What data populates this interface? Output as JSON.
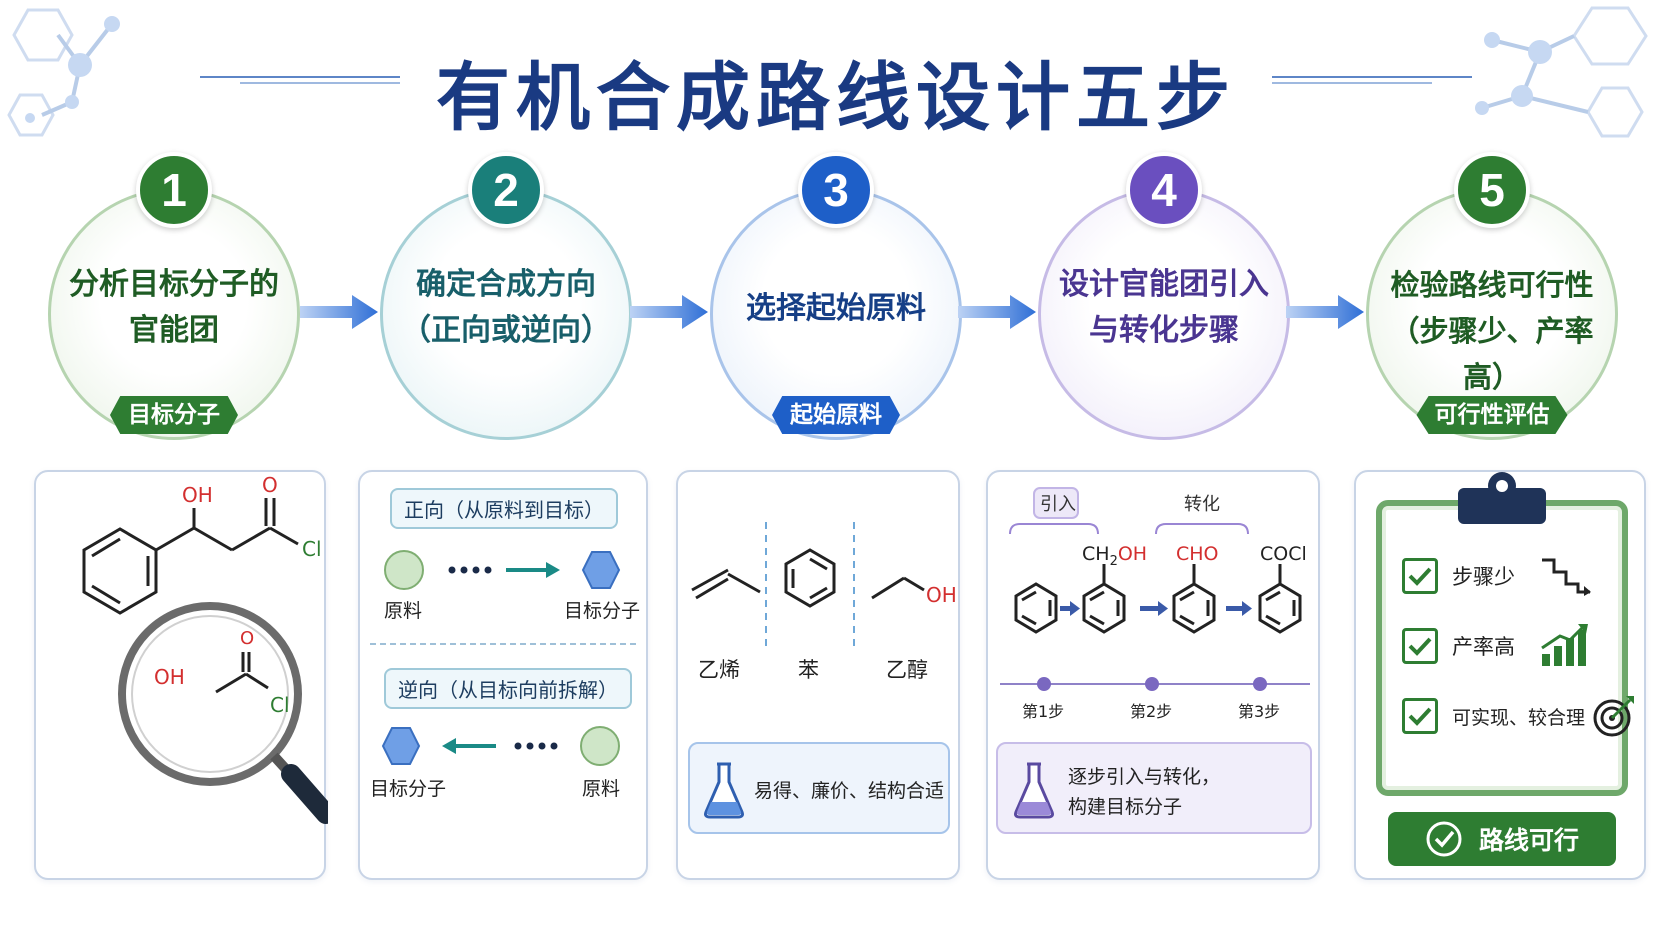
{
  "title": "有机合成路线设计五步",
  "colors": {
    "title": "#1a3a82",
    "step1": "#2e7d32",
    "step2": "#1a7f7a",
    "step3": "#1e5fc8",
    "step4": "#6a4fbf",
    "step5": "#2e7d32",
    "arrow": "#2f6fd6"
  },
  "steps": [
    {
      "number": "1",
      "line1": "分析目标分子的",
      "line2": "官能团",
      "tag": "目标分子"
    },
    {
      "number": "2",
      "line1": "确定合成方向",
      "line2": "（正向或逆向）"
    },
    {
      "number": "3",
      "line1": "选择起始原料",
      "tag": "起始原料"
    },
    {
      "number": "4",
      "line1": "设计官能团引入",
      "line2": "与转化步骤"
    },
    {
      "number": "5",
      "line1": "检验路线可行性",
      "line2": "（步骤少、产率高）",
      "tag": "可行性评估"
    }
  ],
  "panel1": {
    "oh_main": "OH",
    "o_main": "O",
    "cl_main": "Cl",
    "oh_lens": "OH",
    "o_lens": "O",
    "cl_lens": "Cl",
    "icon": "magnifier-icon"
  },
  "panel2": {
    "forward_label": "正向（从原料到目标）",
    "forward_left": "原料",
    "forward_right": "目标分子",
    "reverse_label": "逆向（从目标向前拆解）",
    "reverse_left": "目标分子",
    "reverse_right": "原料"
  },
  "panel3": {
    "materials": [
      "乙烯",
      "苯",
      "乙醇"
    ],
    "oh": "OH",
    "note": "易得、廉价、结构合适",
    "icon": "flask-icon"
  },
  "panel4": {
    "introduce": "引入",
    "transform": "转化",
    "groups": [
      "CH",
      "2",
      "OH",
      "CHO",
      "COCl"
    ],
    "steps": [
      "第1步",
      "第2步",
      "第3步"
    ],
    "note_line1": "逐步引入与转化，",
    "note_line2": "构建目标分子",
    "icon": "flask-icon"
  },
  "panel5": {
    "checks": [
      "步骤少",
      "产率高",
      "可实现、较合理"
    ],
    "button": "路线可行",
    "icons": [
      "stairs-down-icon",
      "bar-chart-up-icon",
      "target-icon",
      "clipboard-icon"
    ]
  }
}
